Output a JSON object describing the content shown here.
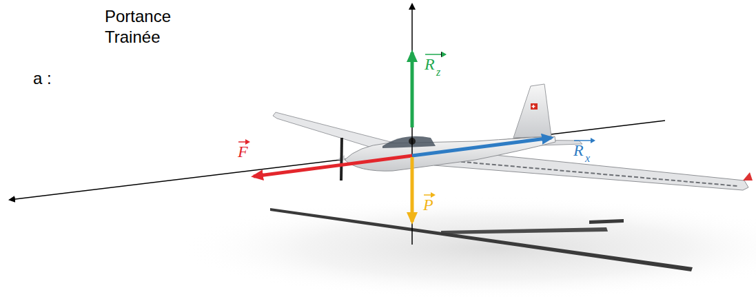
{
  "diagram": {
    "labels": [
      "Portance",
      "Trainée",
      "a :",
      "R",
      "z",
      "R",
      "x",
      "F",
      "P"
    ]
  }
}
